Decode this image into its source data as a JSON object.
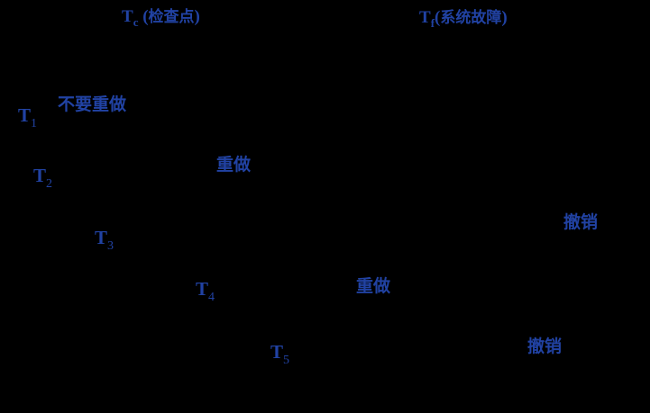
{
  "diagram": {
    "title": "",
    "background_color": "#000000",
    "text_color": "#2142a3",
    "timepoints": [
      {
        "id": "tc",
        "symbol": "T",
        "subscript": "c",
        "label": "检查点"
      },
      {
        "id": "tf",
        "symbol": "T",
        "subscript": "f",
        "label": "系统故障"
      }
    ],
    "transactions": [
      {
        "id": "t1",
        "symbol": "T",
        "subscript": "1",
        "action": "不要重做"
      },
      {
        "id": "t2",
        "symbol": "T",
        "subscript": "2",
        "action": "重做"
      },
      {
        "id": "t3",
        "symbol": "T",
        "subscript": "3",
        "action": "撤销"
      },
      {
        "id": "t4",
        "symbol": "T",
        "subscript": "4",
        "action": "重做"
      },
      {
        "id": "t5",
        "symbol": "T",
        "subscript": "5",
        "action": "撤销"
      }
    ],
    "punct": {
      "open": "(",
      "close": ")"
    }
  }
}
